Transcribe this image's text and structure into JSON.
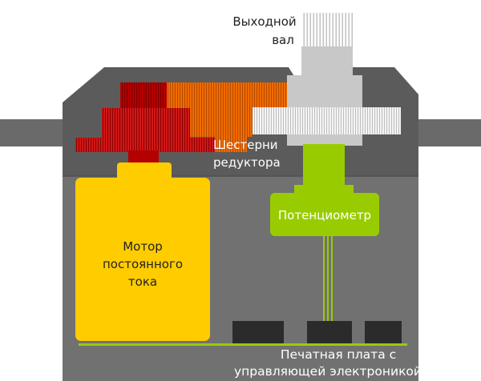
{
  "labels": {
    "output_shaft_1": "Выходной",
    "output_shaft_2": "вал",
    "gears_1": "Шестерни",
    "gears_2": "редуктора",
    "potentiometer": "Потенциометр",
    "motor_1": "Мотор",
    "motor_2": "постоянного",
    "motor_3": "тока",
    "board_1": "Печатная плата с",
    "board_2": "управляющей электроникой"
  },
  "colors": {
    "case_upper": "#5b5b5b",
    "case_lower": "#717171",
    "case_side": "#6a6a6a",
    "motor": "#ffcc00",
    "gear_dark_red": "#b40000",
    "gear_red": "#cc1010",
    "gear_orange": "#ee6a00",
    "gear_white": "#f2f2f2",
    "shaft": "#c8c8c8",
    "potentiometer": "#99cc00",
    "board": "#99cc00",
    "chip": "#2b2b2b"
  }
}
